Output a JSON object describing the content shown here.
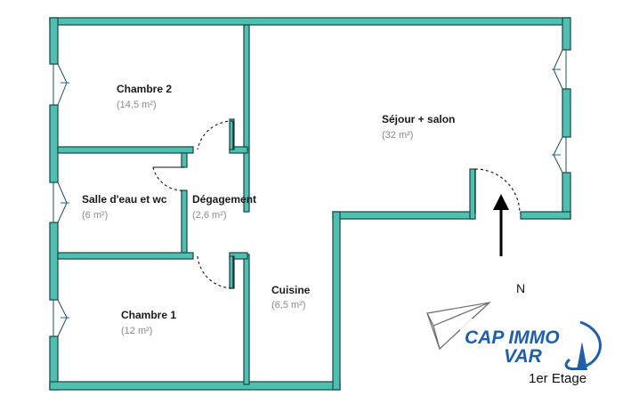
{
  "plan": {
    "rooms": [
      {
        "name": "Chambre 2",
        "area": "(14,5 m²)"
      },
      {
        "name": "Séjour + salon",
        "area": "(32 m²)"
      },
      {
        "name": "Salle d'eau et wc",
        "area": "(6 m²)"
      },
      {
        "name": "Dégagement",
        "area": "(2,6 m²)"
      },
      {
        "name": "Cuisine",
        "area": "(6,5 m²)"
      },
      {
        "name": "Chambre 1",
        "area": "(12 m²)"
      }
    ],
    "north_label": "N",
    "floor_label": "1er Etage"
  },
  "logo": {
    "line1": "CAP IMMO",
    "line2": "VAR"
  },
  "colors": {
    "wall_fill": "#4fbfb0",
    "wall_outline": "#1e5050",
    "logo_blue": "#1d5fa8"
  }
}
